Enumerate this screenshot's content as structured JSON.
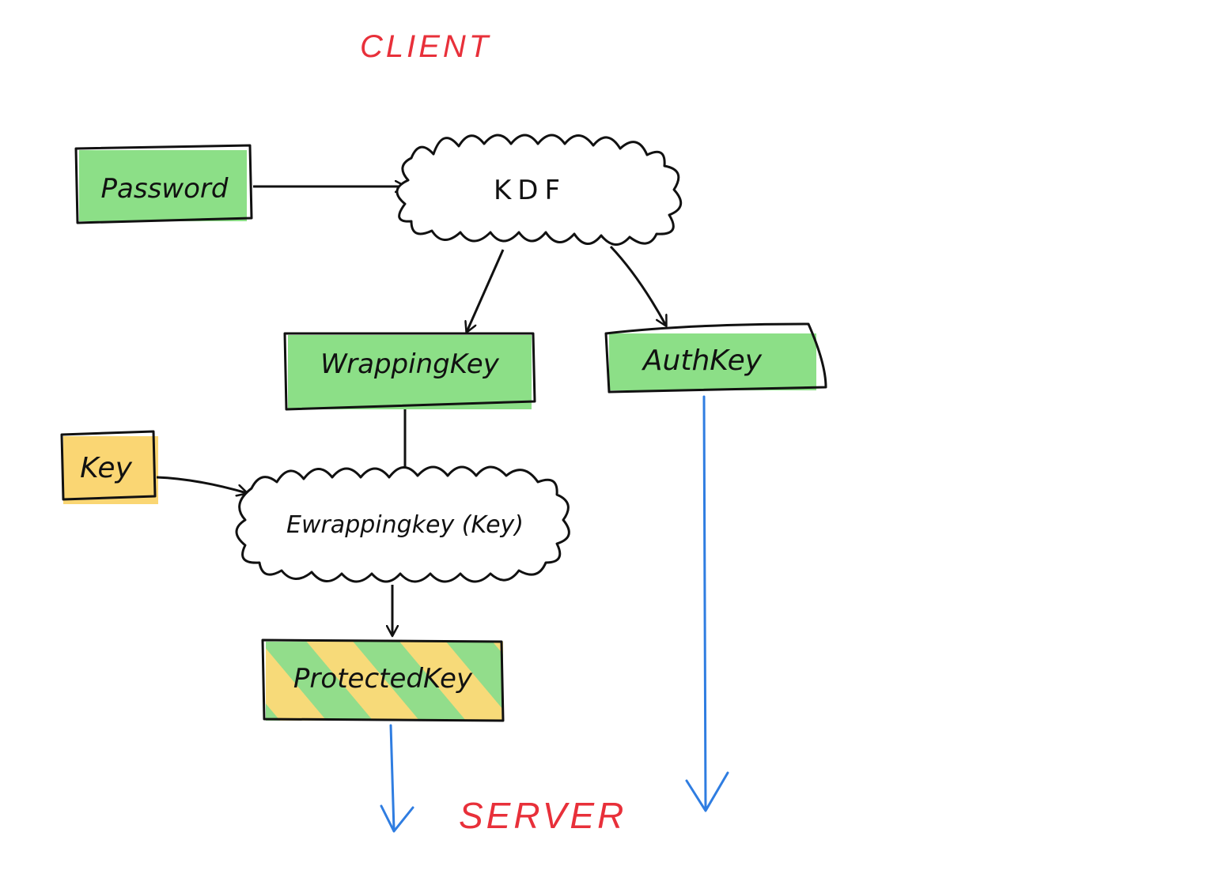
{
  "regions": {
    "top": "CLIENT",
    "bottom": "SERVER"
  },
  "nodes": {
    "password": "Password",
    "kdf": "KDF",
    "wrapping_key": "WrappingKey",
    "auth_key": "AuthKey",
    "key": "Key",
    "encrypt_op": "Ewrappingkey (Key)",
    "protected_key": "ProtectedKey"
  },
  "colors": {
    "ink": "#111111",
    "region_label": "#e8303a",
    "green_fill": "#7fdc7a",
    "yellow_fill": "#f9cf5a",
    "server_arrow": "#2f7de1"
  }
}
